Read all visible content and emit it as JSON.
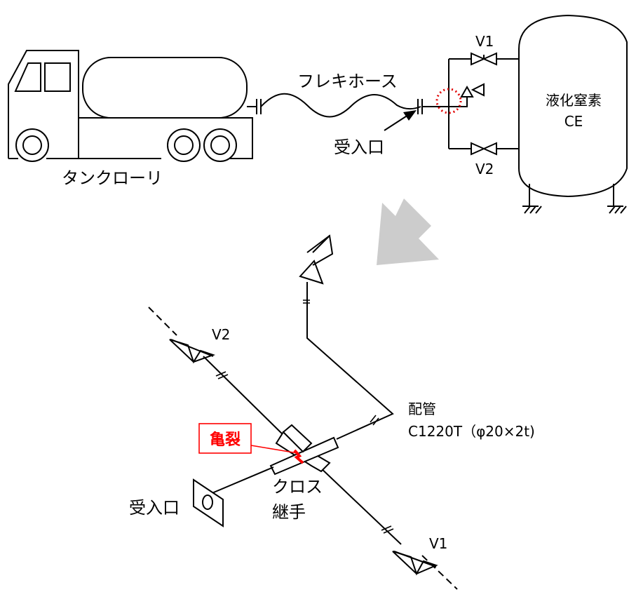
{
  "labels": {
    "tank_lorry": "タンクローリ",
    "flexible_hose": "フレキホース",
    "inlet_top": "受入口",
    "v1_top": "V1",
    "v2_top": "V2",
    "ce_line1": "液化窒素",
    "ce_line2": "CE",
    "v2_iso": "V2",
    "v1_iso": "V1",
    "pipe_line1": "配管",
    "pipe_line2": "C1220T（φ20×2t)",
    "crack": "亀裂",
    "cross_line1": "クロス",
    "cross_line2": "継手",
    "inlet_iso": "受入口"
  },
  "colors": {
    "line": "#000000",
    "crack": "#ff0000",
    "arrow": "#cccccc"
  }
}
